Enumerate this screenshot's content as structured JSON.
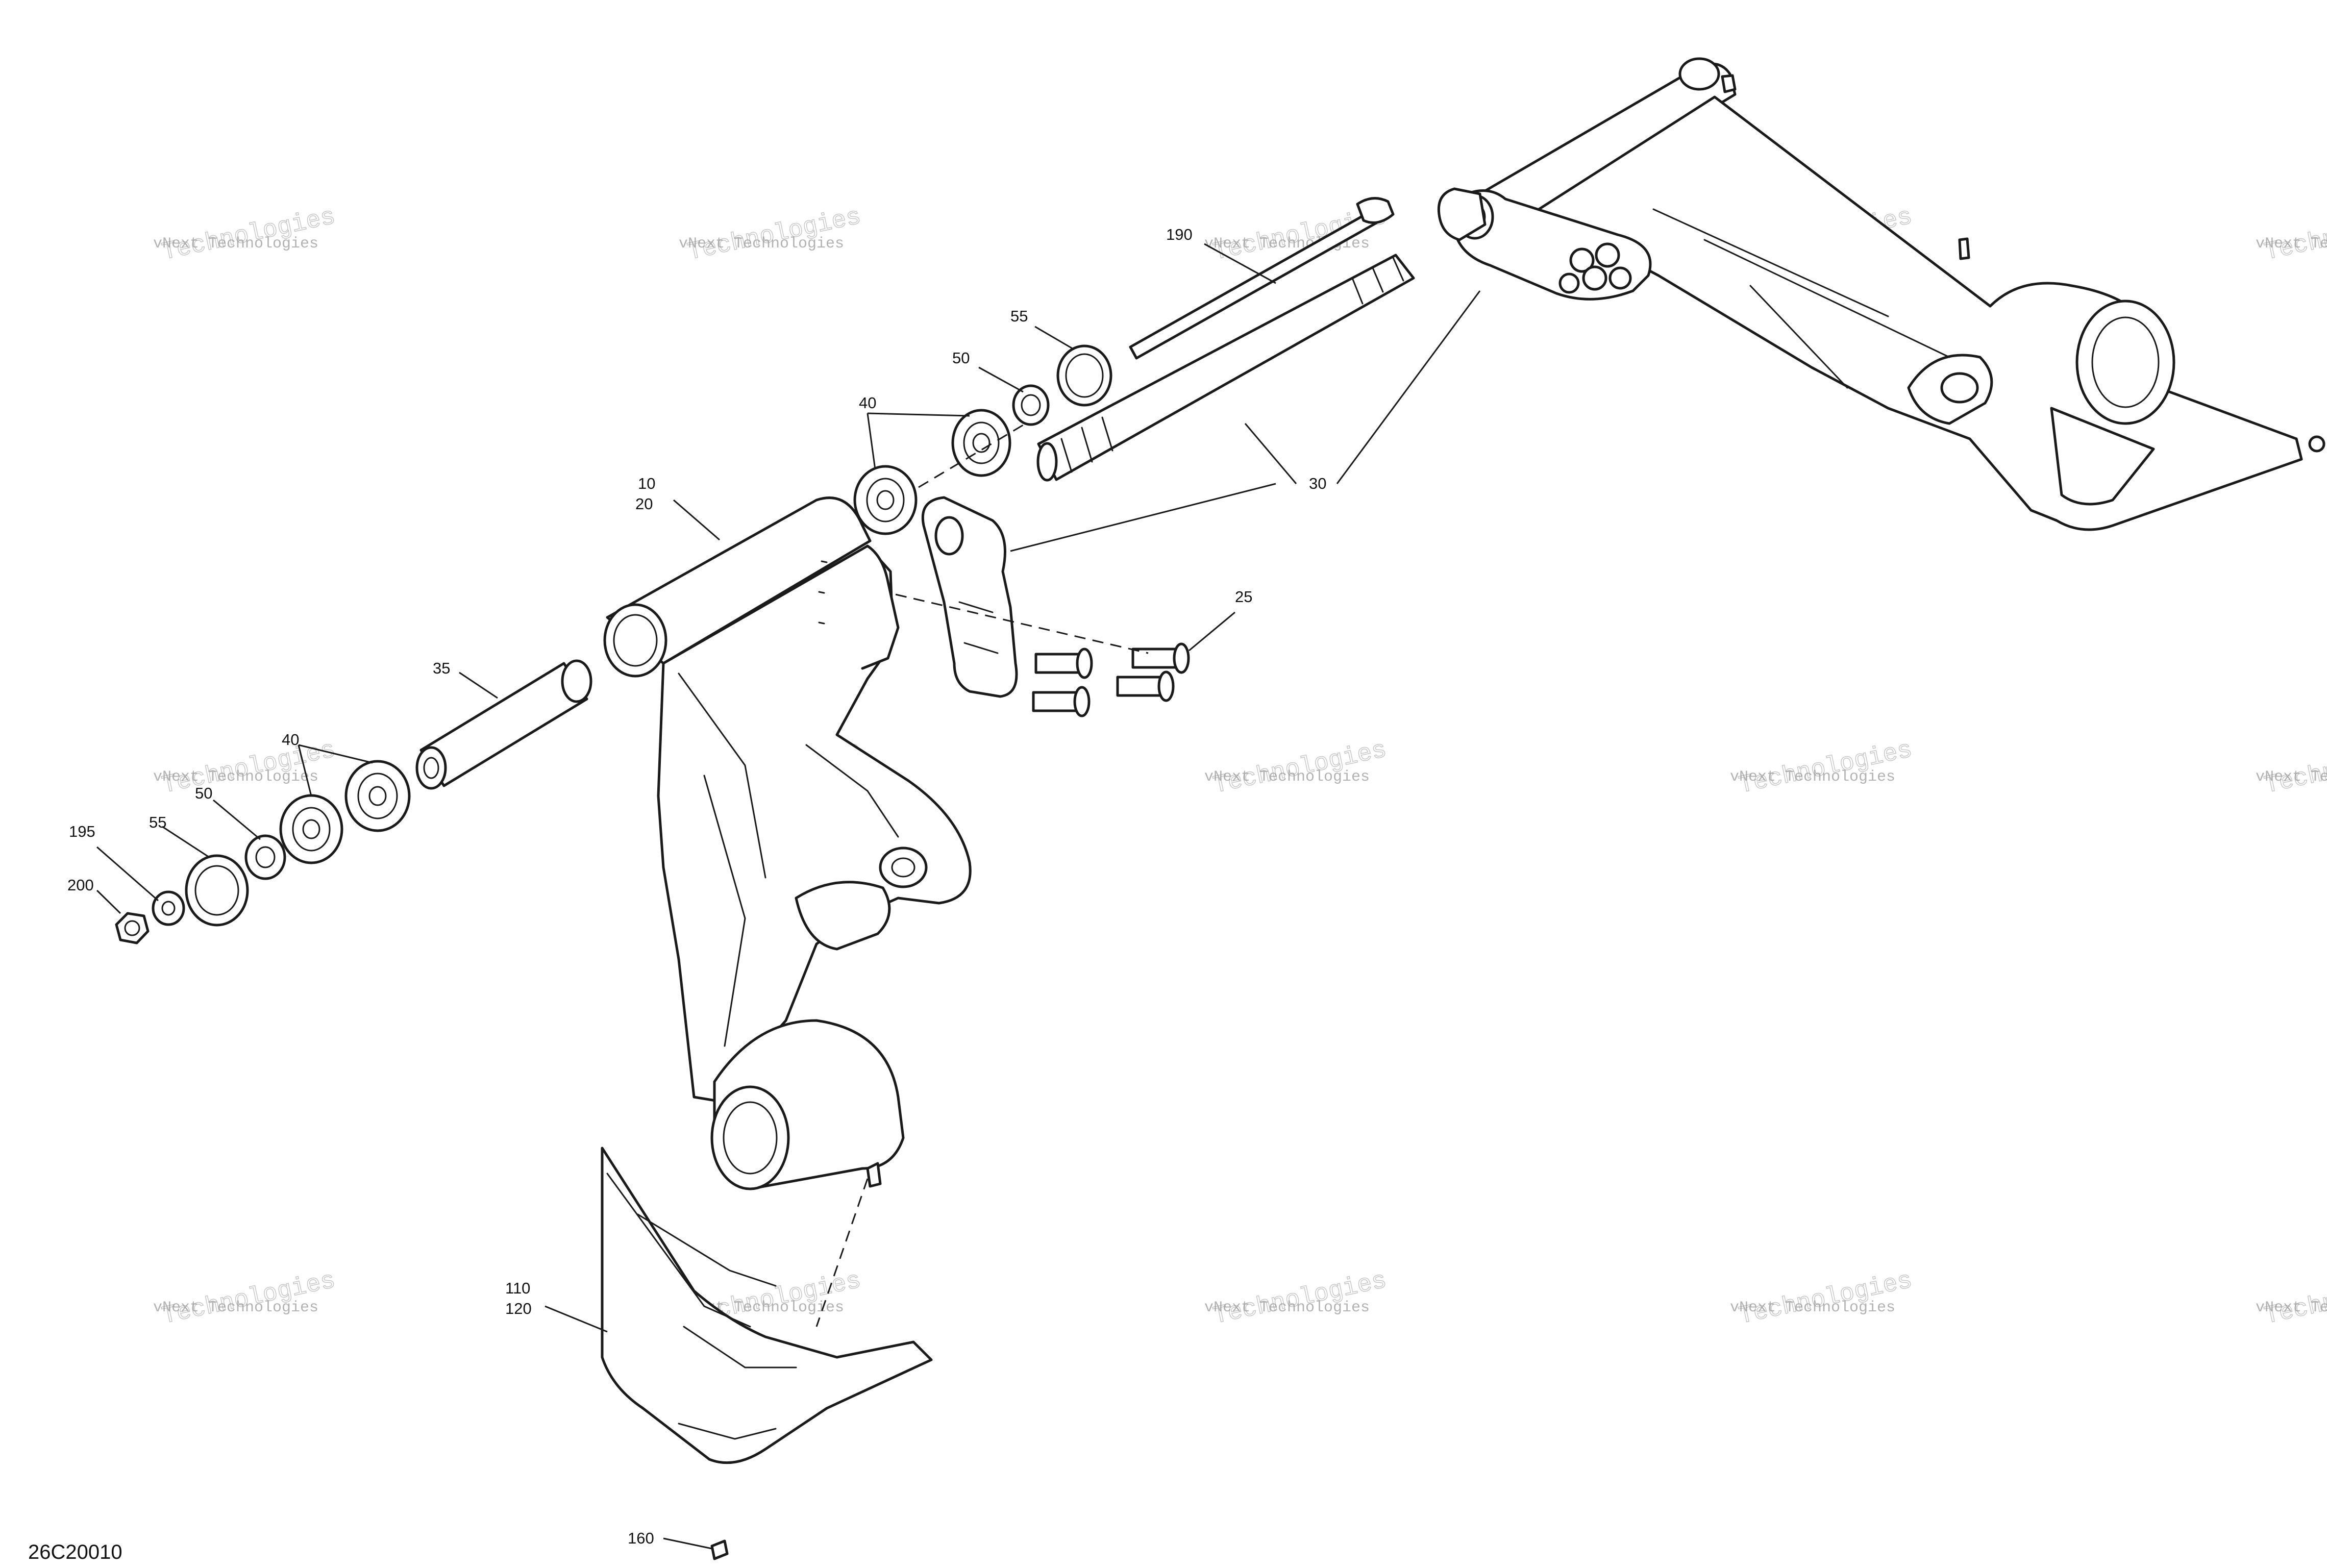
{
  "diagram": {
    "drawing_number": "26C20010",
    "watermark": {
      "line1": "vNext Technologies",
      "line2": "Technologies"
    },
    "callouts": [
      {
        "id": "c190",
        "label": "190"
      },
      {
        "id": "c55a",
        "label": "55"
      },
      {
        "id": "c50a",
        "label": "50"
      },
      {
        "id": "c40a",
        "label": "40"
      },
      {
        "id": "c10",
        "label": "10"
      },
      {
        "id": "c20",
        "label": "20"
      },
      {
        "id": "c30",
        "label": "30"
      },
      {
        "id": "c25",
        "label": "25"
      },
      {
        "id": "c35",
        "label": "35"
      },
      {
        "id": "c40b",
        "label": "40"
      },
      {
        "id": "c50b",
        "label": "50"
      },
      {
        "id": "c55b",
        "label": "55"
      },
      {
        "id": "c195",
        "label": "195"
      },
      {
        "id": "c200",
        "label": "200"
      },
      {
        "id": "c110",
        "label": "110"
      },
      {
        "id": "c120",
        "label": "120"
      },
      {
        "id": "c160",
        "label": "160"
      }
    ]
  }
}
